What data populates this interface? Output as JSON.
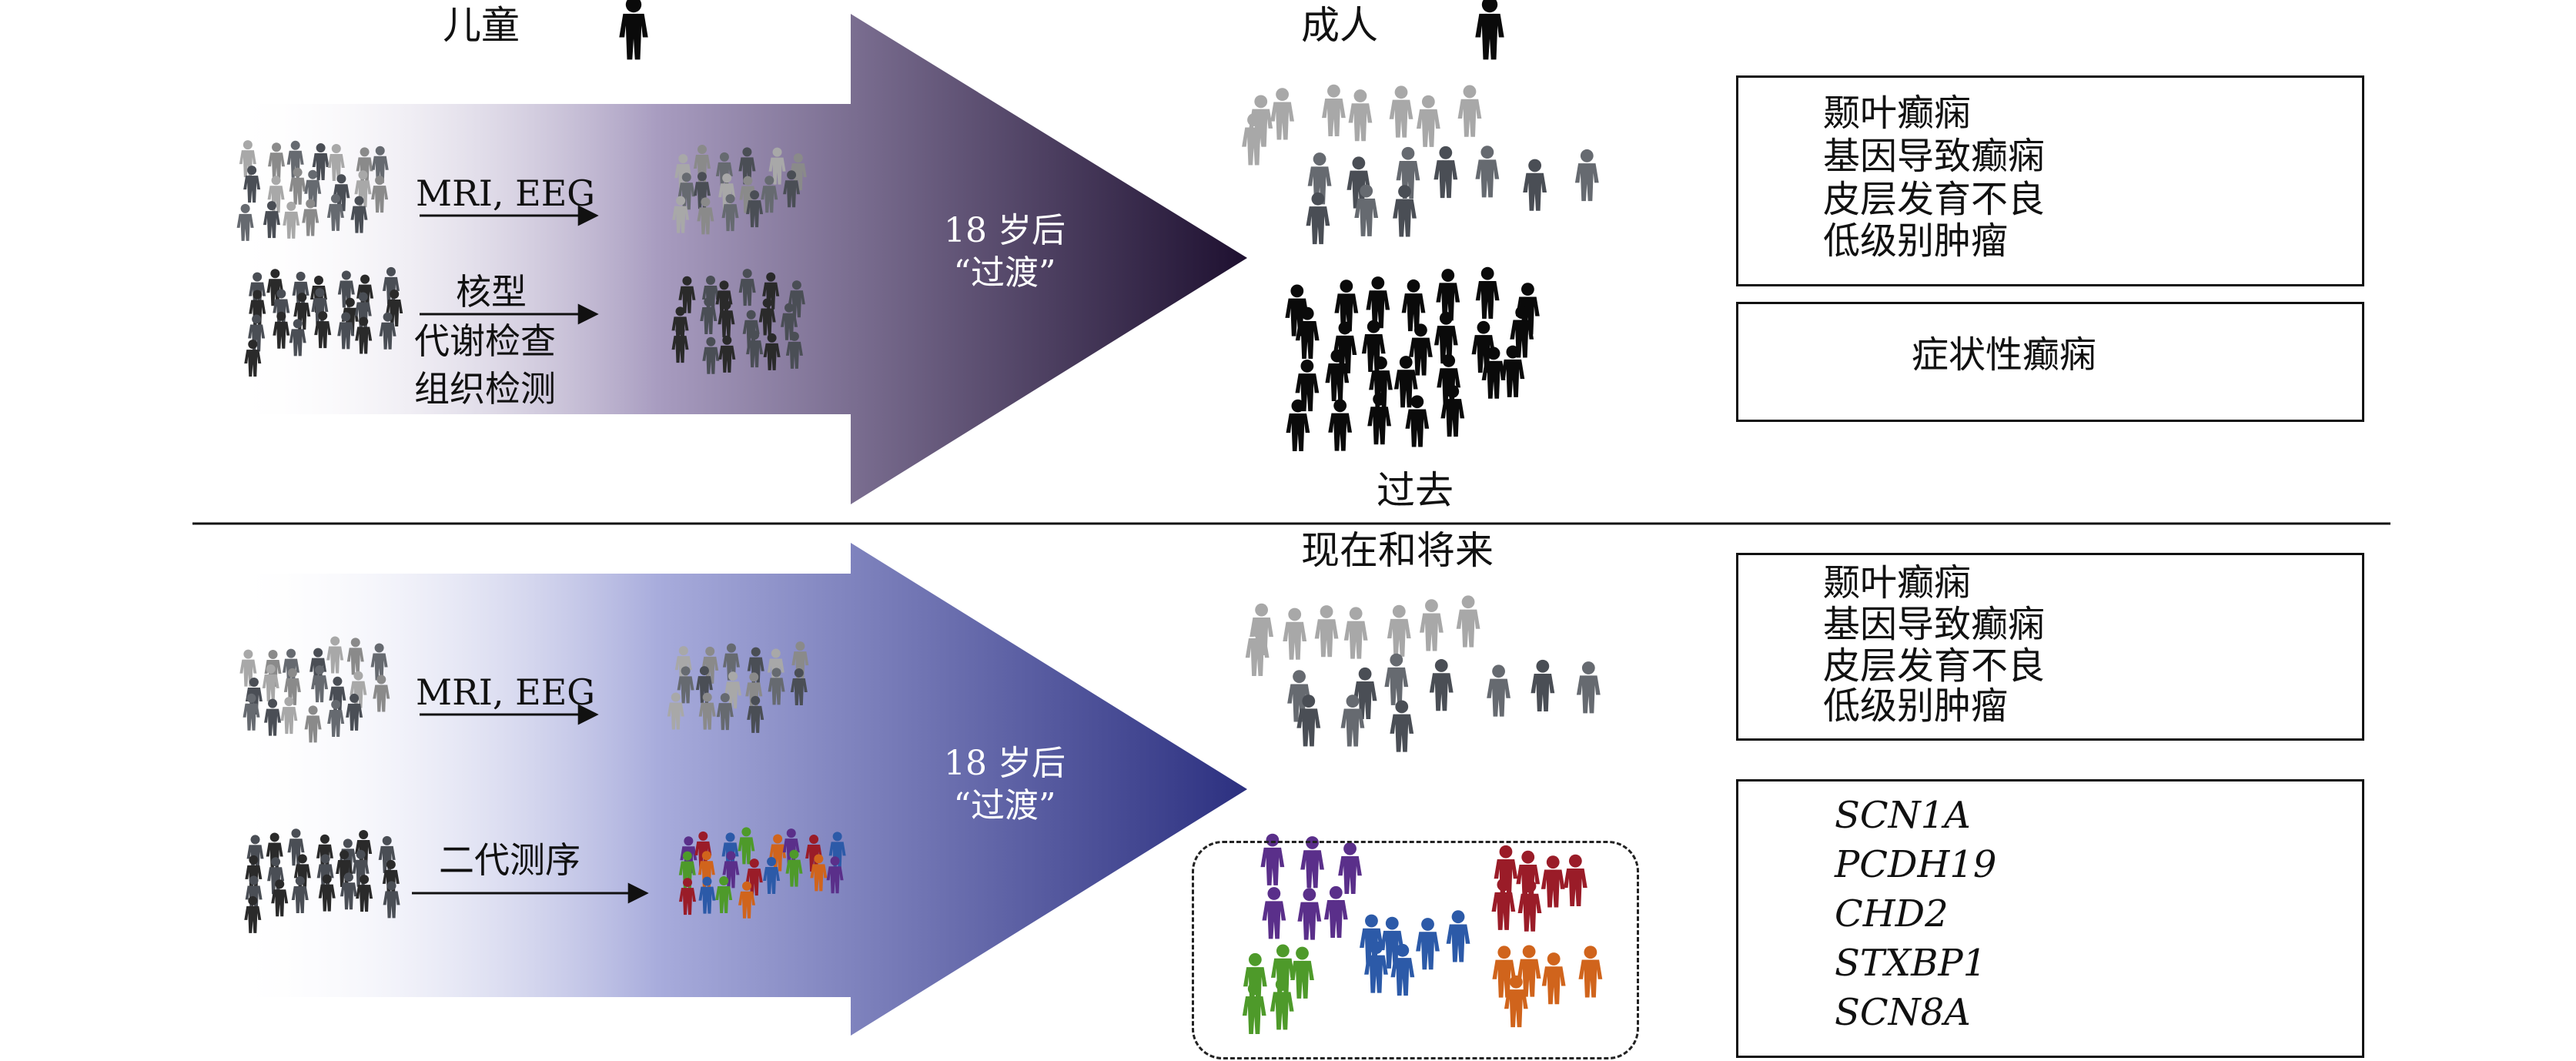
{
  "top": {
    "child_label": "儿童",
    "adult_label": "成人",
    "path1_label": "MRI, EEG",
    "path2_lines": [
      "核型",
      "代谢检查",
      "组织检测"
    ],
    "arrow_text": "18 岁后\n“过渡”",
    "era_label": "过去",
    "legend_items": [
      "颞叶癫痫",
      "基因导致癫痫",
      "皮层发育不良",
      "低级别肿瘤"
    ],
    "symptomatic_label": "症状性癫痫"
  },
  "bottom": {
    "era_label": "现在和将来",
    "path1_label": "MRI, EEG",
    "path2_label": "二代测序",
    "arrow_text": "18 岁后\n“过渡”",
    "legend_items": [
      "颞叶癫痫",
      "基因导致癫痫",
      "皮层发育不良",
      "低级别肿瘤"
    ],
    "genes": [
      "SCN1A",
      "PCDH19",
      "CHD2",
      "STXBP1",
      "SCN8A"
    ]
  },
  "colors": {
    "gray_light": "#a8a8a8",
    "gray_mid": "#8a8a8a",
    "gray_dark": "#666a70",
    "gray_darker": "#4a4e55",
    "black": "#0a0a0a",
    "arrow_top_dark": "#1e1030",
    "arrow_top_light": "#8a7aa6",
    "arrow_bottom_dark": "#2c3080",
    "arrow_bottom_light": "#9ea2d8",
    "SCN1A": "#5a2f8a",
    "PCDH19": "#9a1c28",
    "CHD2": "#2c5aa8",
    "STXBP1": "#4e9a2a",
    "SCN8A": "#d0641c"
  }
}
